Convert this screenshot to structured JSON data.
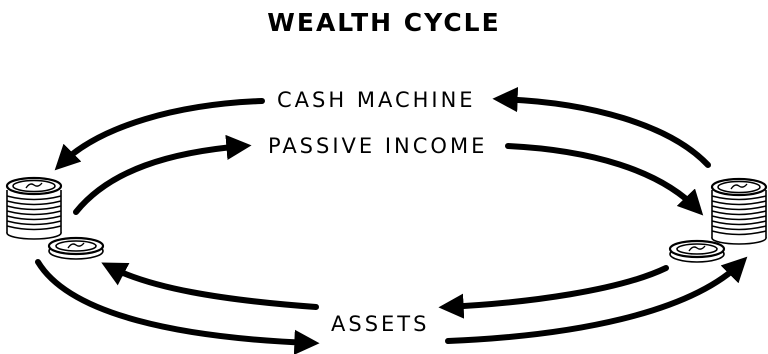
{
  "diagram": {
    "title": "WEALTH CYCLE",
    "labels": {
      "cash_machine": "CASH MACHINE",
      "passive_income": "PASSIVE INCOME",
      "assets": "ASSETS"
    },
    "icons": {
      "left": "coin-stack-icon",
      "right": "coin-stack-icon"
    },
    "colors": {
      "ink": "#000000",
      "paper": "#ffffff"
    }
  }
}
